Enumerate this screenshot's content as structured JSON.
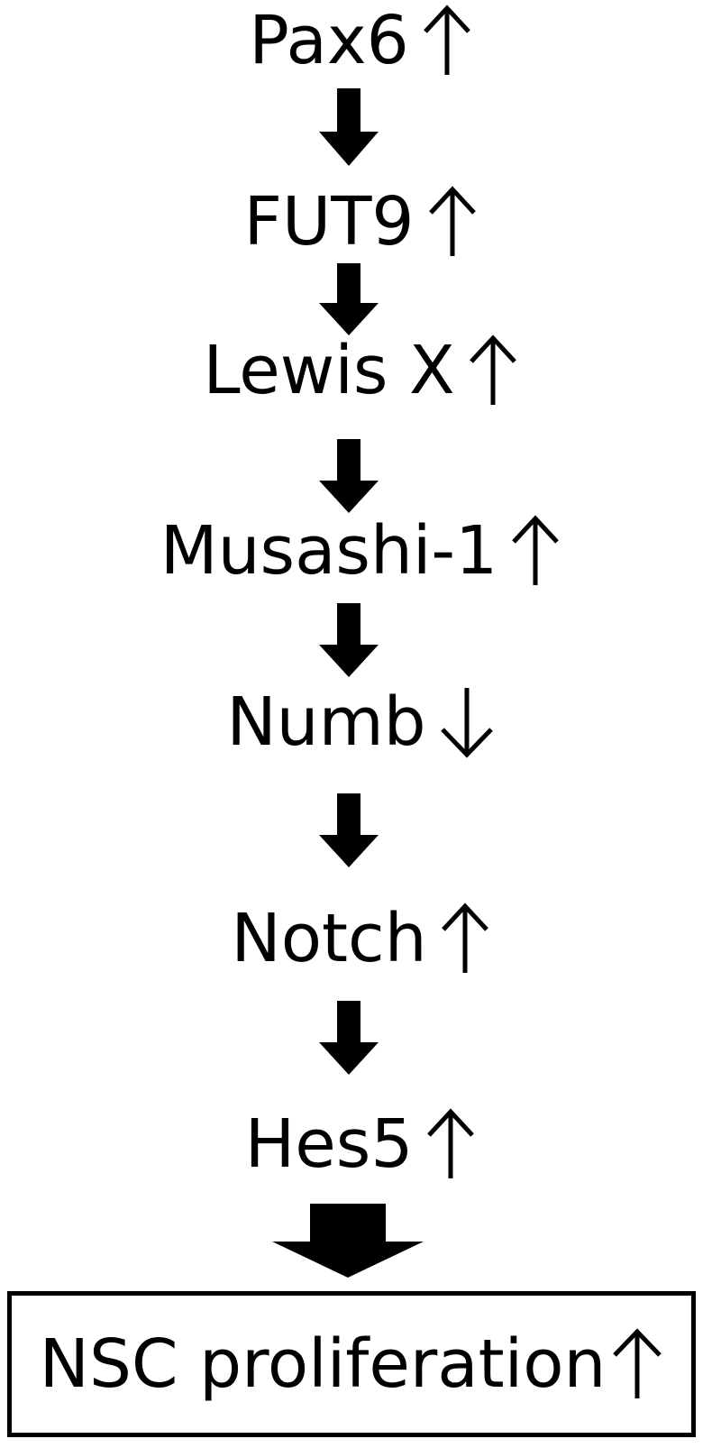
{
  "nodes": [
    {
      "label": "Pax6",
      "direction": "up"
    },
    {
      "label": "FUT9",
      "direction": "up"
    },
    {
      "label": "Lewis X",
      "direction": "up"
    },
    {
      "label": "Musashi-1",
      "direction": "up"
    },
    {
      "label": "Numb",
      "direction": "down"
    },
    {
      "label": "Notch",
      "direction": "up"
    },
    {
      "label": "Hes5",
      "direction": "up"
    }
  ],
  "outcome": {
    "label": "NSC proliferation",
    "direction": "up"
  },
  "colors": {
    "ink": "#000000",
    "background": "#ffffff"
  }
}
